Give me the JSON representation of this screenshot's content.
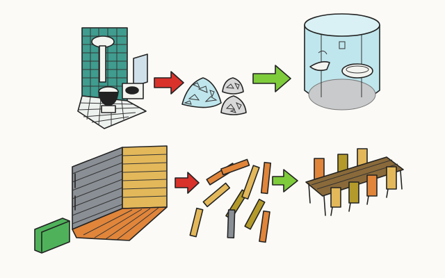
{
  "diagram": {
    "rows": [
      {
        "stages": [
          {
            "name": "bathroom-with-tiles-sink-and-toilets",
            "icon": "bathroom-icon"
          },
          {
            "name": "tile-rubble-pile",
            "icon": "rubble-icon"
          },
          {
            "name": "glass-cylinder-bathroom-pod",
            "icon": "glass-pod-icon"
          }
        ],
        "arrows": [
          {
            "color": "#d9322b"
          },
          {
            "color": "#7ecb3c"
          }
        ]
      },
      {
        "stages": [
          {
            "name": "wooden-plank-room-corner",
            "icon": "plank-room-icon"
          },
          {
            "name": "loose-wooden-planks",
            "icon": "planks-icon"
          },
          {
            "name": "table-with-chairs",
            "icon": "table-chairs-icon"
          }
        ],
        "arrows": [
          {
            "color": "#d9322b"
          },
          {
            "color": "#7ecb3c"
          }
        ]
      }
    ],
    "colors": {
      "tile": "#3f9c8f",
      "glass": "#bfe6ec",
      "wood_light": "#e3b85a",
      "wood_orange": "#e0853a",
      "wood_grey": "#8a8f95",
      "wood_olive": "#b39a2a",
      "green_block": "#4fb25a",
      "ink": "#222222"
    }
  }
}
